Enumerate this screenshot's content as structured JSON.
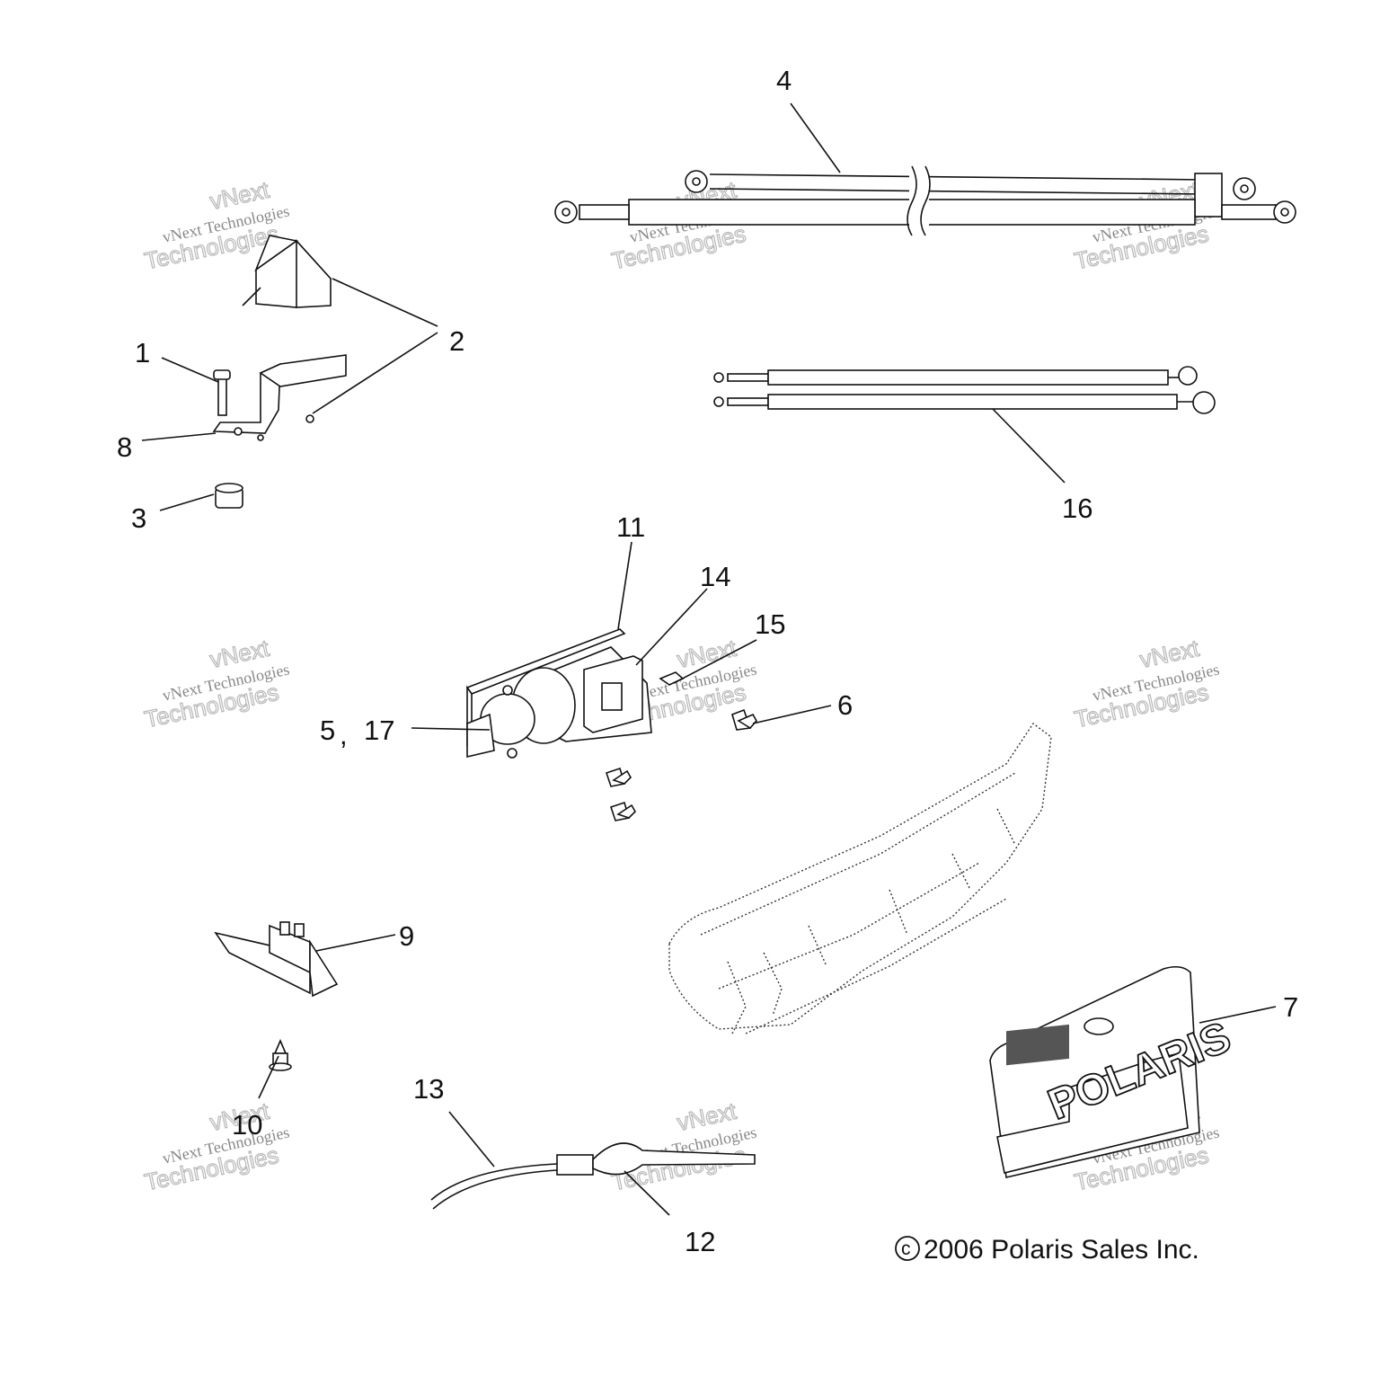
{
  "callouts": [
    {
      "id": "c1",
      "text": "1"
    },
    {
      "id": "c2",
      "text": "2"
    },
    {
      "id": "c3",
      "text": "3"
    },
    {
      "id": "c4",
      "text": "4"
    },
    {
      "id": "c5",
      "text": "5"
    },
    {
      "id": "c5comma",
      "text": ","
    },
    {
      "id": "c17",
      "text": "17"
    },
    {
      "id": "c6",
      "text": "6"
    },
    {
      "id": "c7",
      "text": "7"
    },
    {
      "id": "c8",
      "text": "8"
    },
    {
      "id": "c9",
      "text": "9"
    },
    {
      "id": "c10",
      "text": "10"
    },
    {
      "id": "c11",
      "text": "11"
    },
    {
      "id": "c12",
      "text": "12"
    },
    {
      "id": "c13",
      "text": "13"
    },
    {
      "id": "c14",
      "text": "14"
    },
    {
      "id": "c15",
      "text": "15"
    },
    {
      "id": "c16",
      "text": "16"
    }
  ],
  "watermark": {
    "line1": "vNext",
    "line2": "vNext Technologies",
    "line3": "Technologies"
  },
  "plate_brand": "POLARIS",
  "copyright": {
    "symbol": "c",
    "text": "2006 Polaris Sales Inc."
  }
}
